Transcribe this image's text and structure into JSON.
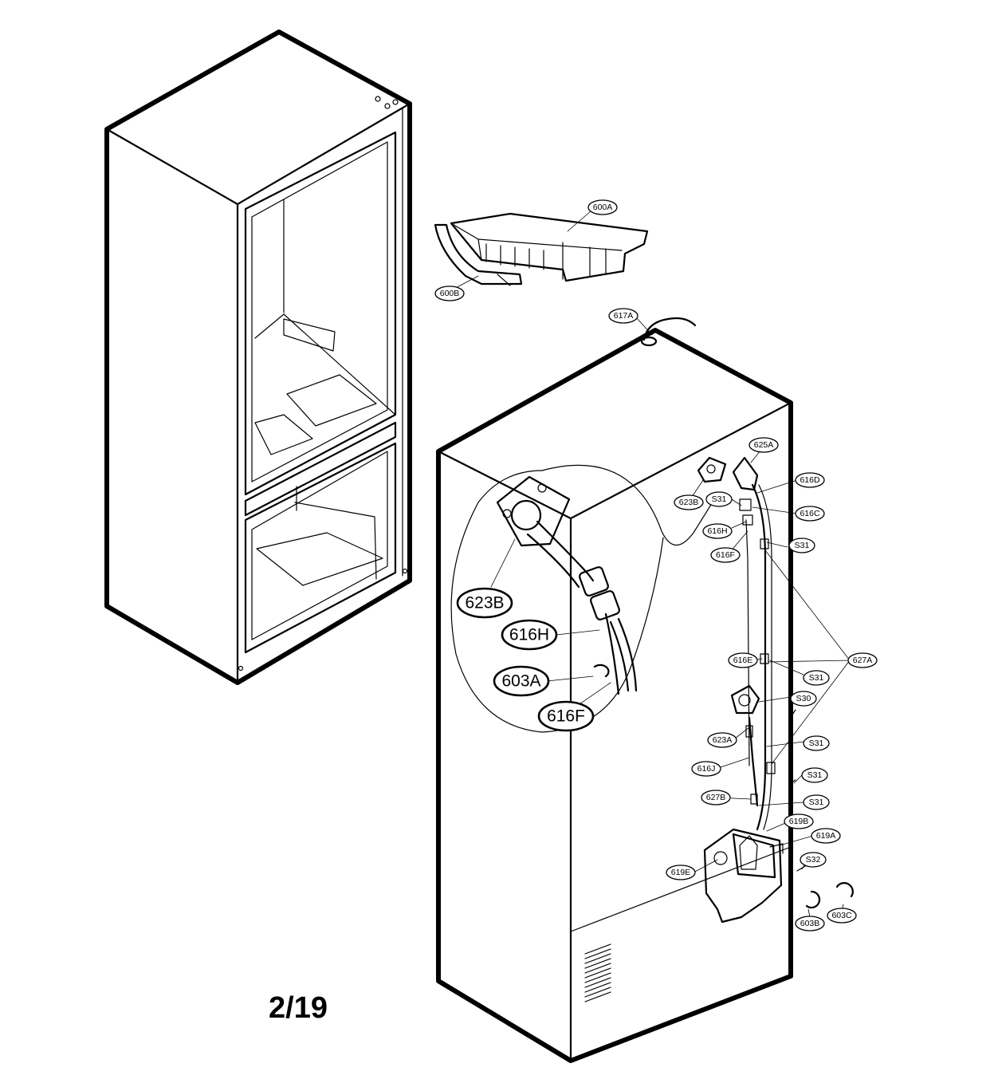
{
  "page_number": "2/19",
  "callouts": [
    {
      "id": "600A",
      "label": "600A"
    },
    {
      "id": "600B",
      "label": "600B"
    },
    {
      "id": "617A",
      "label": "617A"
    },
    {
      "id": "625A",
      "label": "625A"
    },
    {
      "id": "616D",
      "label": "616D"
    },
    {
      "id": "623B-small",
      "label": "623B"
    },
    {
      "id": "S31-a",
      "label": "S31"
    },
    {
      "id": "616C",
      "label": "616C"
    },
    {
      "id": "616H-small",
      "label": "616H"
    },
    {
      "id": "616F-small",
      "label": "616F"
    },
    {
      "id": "S31-b",
      "label": "S31"
    },
    {
      "id": "627A",
      "label": "627A"
    },
    {
      "id": "616E",
      "label": "616E"
    },
    {
      "id": "S31-c",
      "label": "S31"
    },
    {
      "id": "S30",
      "label": "S30"
    },
    {
      "id": "623A",
      "label": "623A"
    },
    {
      "id": "S31-d",
      "label": "S31"
    },
    {
      "id": "616J",
      "label": "616J"
    },
    {
      "id": "S31-e",
      "label": "S31"
    },
    {
      "id": "627B",
      "label": "627B"
    },
    {
      "id": "S31-f",
      "label": "S31"
    },
    {
      "id": "619B",
      "label": "619B"
    },
    {
      "id": "619A",
      "label": "619A"
    },
    {
      "id": "S32",
      "label": "S32"
    },
    {
      "id": "619E",
      "label": "619E"
    },
    {
      "id": "603B",
      "label": "603B"
    },
    {
      "id": "603C",
      "label": "603C"
    }
  ],
  "detail_callouts": [
    {
      "id": "623B-detail",
      "label": "623B"
    },
    {
      "id": "616H-detail",
      "label": "616H"
    },
    {
      "id": "603A-detail",
      "label": "603A"
    },
    {
      "id": "616F-detail",
      "label": "616F"
    }
  ]
}
